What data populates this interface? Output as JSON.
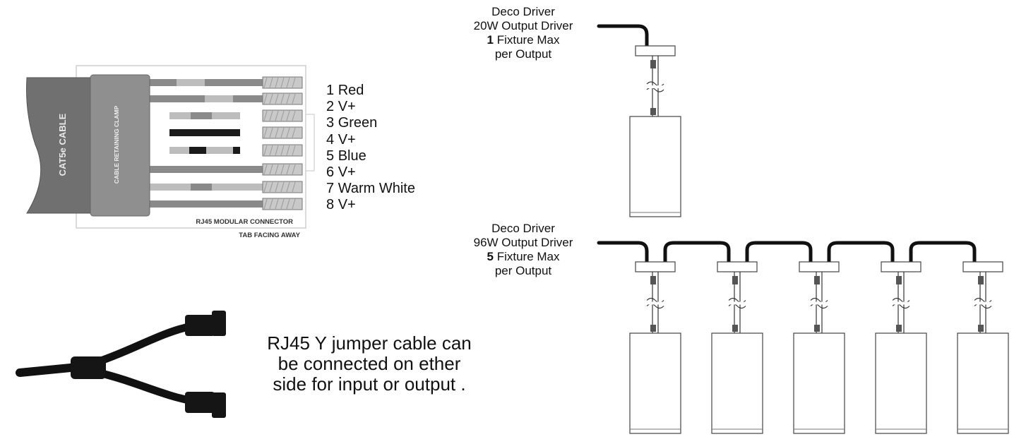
{
  "connector": {
    "cable_label": "CAT5e CABLE",
    "clamp_label": "CABLE RETAINING CLAMP",
    "connector_label": "RJ45 MODULAR CONNECTOR",
    "tab_label": "TAB FACING AWAY"
  },
  "pins": [
    {
      "num": "1",
      "name": "Red"
    },
    {
      "num": "2",
      "name": "V+"
    },
    {
      "num": "3",
      "name": "Green"
    },
    {
      "num": "4",
      "name": "V+"
    },
    {
      "num": "5",
      "name": "Blue"
    },
    {
      "num": "6",
      "name": "V+"
    },
    {
      "num": "7",
      "name": "Warm White"
    },
    {
      "num": "8",
      "name": "V+"
    }
  ],
  "jumper_note": "RJ45 Y jumper cable can be connected on ether side for input or output .",
  "driver_20w": {
    "line1": "Deco Driver",
    "line2": "20W Output Driver",
    "max_count": "1",
    "line3_rest": " Fixture Max",
    "line4": "per Output",
    "fixtures": 1
  },
  "driver_96w": {
    "line1": "Deco Driver",
    "line2": "96W Output Driver",
    "max_count": "5",
    "line3_rest": " Fixture Max",
    "line4": "per Output",
    "fixtures": 5
  },
  "colors": {
    "cable": "#6e6e6e",
    "clamp": "#8c8c8c",
    "wire_dark": "#1a1a1a",
    "wire_gray": "#8a8a8a",
    "outline": "#333333"
  }
}
